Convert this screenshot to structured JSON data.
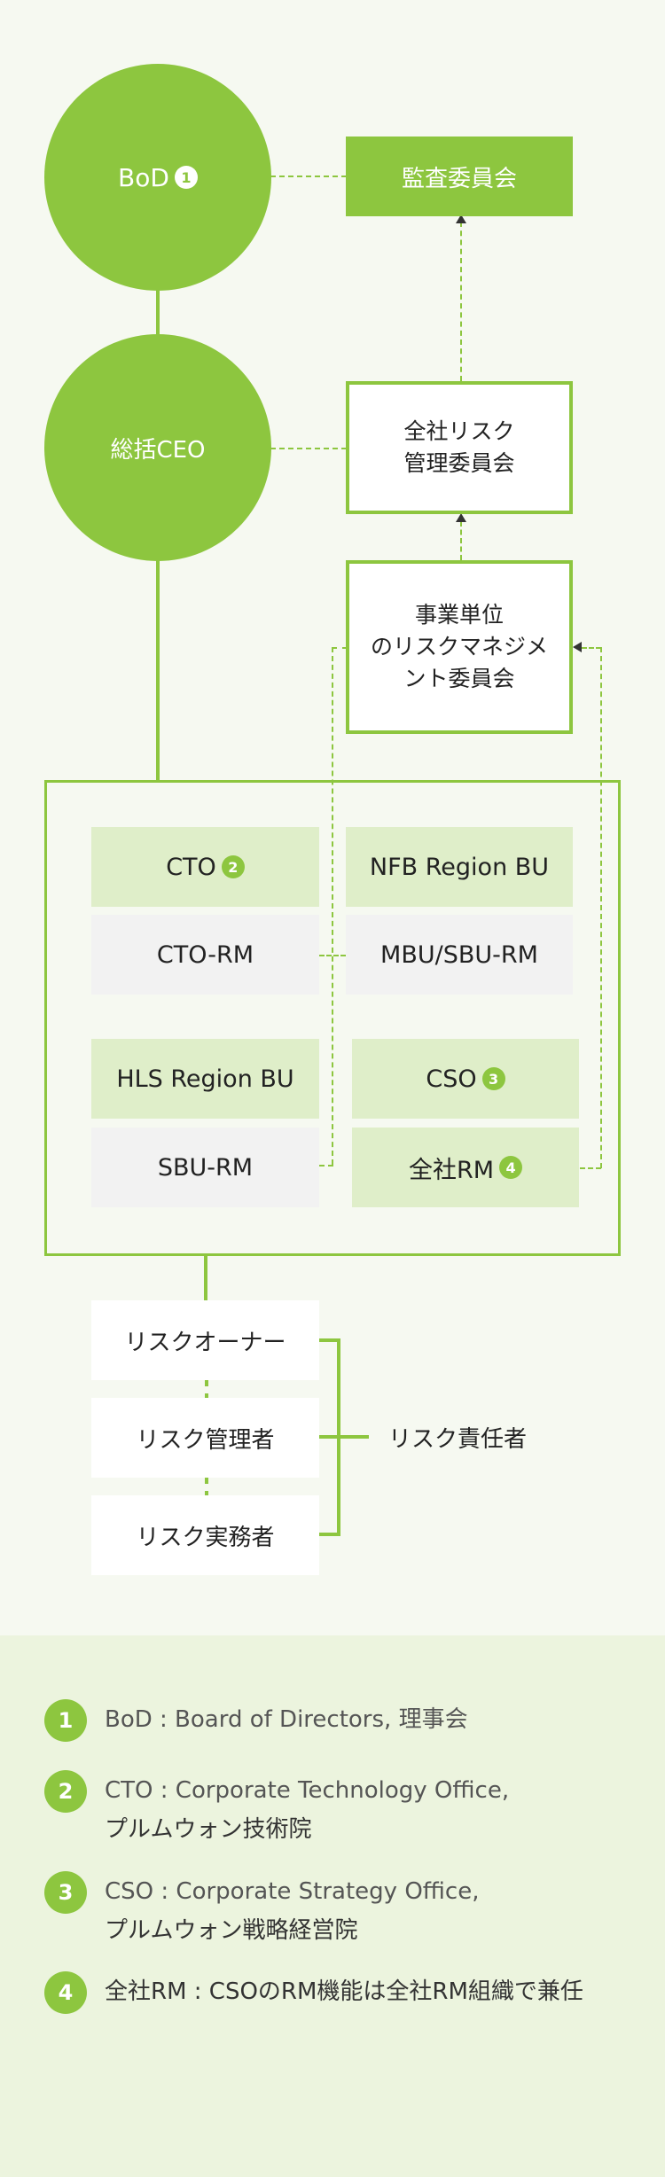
{
  "nodes": {
    "bod": "BoD",
    "audit": "監査委員会",
    "ceo": "総括CEO",
    "company_risk_line1": "全社リスク",
    "company_risk_line2": "管理委員会",
    "bu_risk_line1": "事業単位",
    "bu_risk_line2": "のリスクマネジメ",
    "bu_risk_line3": "ント委員会",
    "cto": "CTO",
    "nfb": "NFB Region BU",
    "cto_rm": "CTO-RM",
    "mbu_sbu_rm": "MBU/SBU-RM",
    "hls": "HLS Region BU",
    "cso": "CSO",
    "sbu_rm": "SBU-RM",
    "company_rm": "全社RM",
    "risk_owner": "リスクオーナー",
    "risk_manager": "リスク管理者",
    "risk_practitioner": "リスク実務者",
    "risk_responsible": "リスク責任者"
  },
  "badges": {
    "b1": "1",
    "b2": "2",
    "b3": "3",
    "b4": "4"
  },
  "legend": [
    {
      "num": "1",
      "line1": "BoD : Board of Directors, 理事会",
      "line2": ""
    },
    {
      "num": "2",
      "line1": "CTO : Corporate Technology Office,",
      "line2": "プルムウォン技術院"
    },
    {
      "num": "3",
      "line1": "CSO : Corporate Strategy Office,",
      "line2": "プルムウォン戦略経営院"
    },
    {
      "num": "4",
      "line1": "全社RM : CSOのRM機能は全社RM組織で兼任",
      "line2": ""
    }
  ],
  "colors": {
    "accent": "#8dc63f",
    "light": "#dfeec9",
    "gray": "#f2f2f2",
    "legend_bg": "#ecf4de"
  }
}
